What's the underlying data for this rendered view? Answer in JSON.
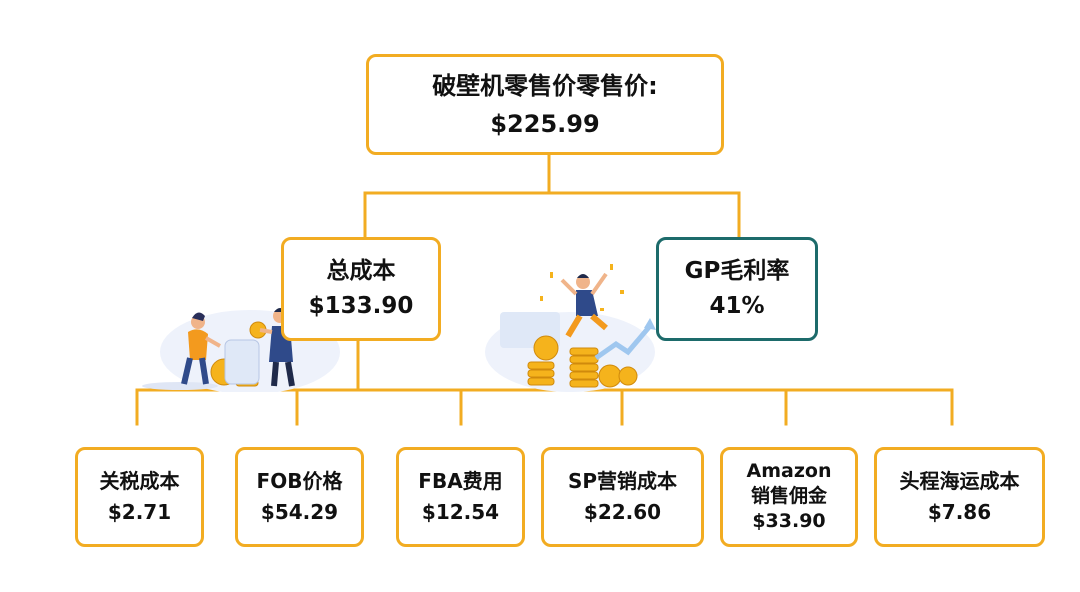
{
  "root": {
    "title": "破壁机零售价零售价:",
    "value": "$225.99"
  },
  "branches": [
    {
      "id": "total-cost",
      "title": "总成本",
      "value": "$133.90"
    },
    {
      "id": "gross-margin",
      "title": "GP毛利率",
      "value": "41%"
    }
  ],
  "cost_items": [
    {
      "lines": [
        "关税成本",
        "$2.71"
      ]
    },
    {
      "lines": [
        "FOB价格",
        "$54.29"
      ]
    },
    {
      "lines": [
        "FBA费用",
        "$12.54"
      ]
    },
    {
      "lines": [
        "SP营销成本",
        "$22.60"
      ]
    },
    {
      "lines": [
        "Amazon",
        "销售佣金",
        "$33.90"
      ]
    },
    {
      "lines": [
        "头程海运成本",
        "$7.86"
      ]
    }
  ],
  "colors": {
    "accent": "#f2ac22",
    "gp_border": "#1d6b6b",
    "text": "#111111",
    "illustration_blue": "#2f4a8a",
    "illustration_gold": "#f5b31c"
  },
  "illustrations": [
    "people-stacking-coins",
    "person-jumping-over-coins"
  ]
}
